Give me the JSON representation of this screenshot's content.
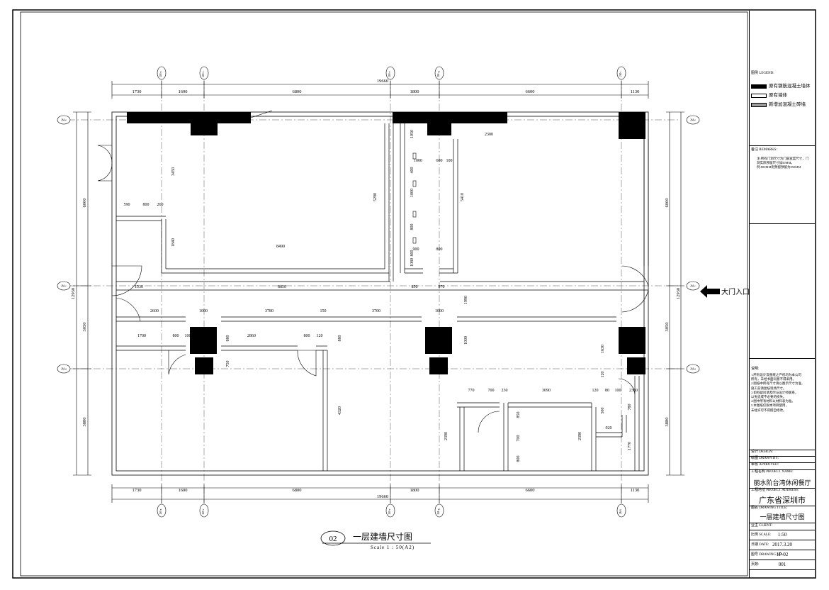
{
  "drawing": {
    "number": "02",
    "title": "一层建墙尺寸图",
    "scale_label": "Scale 1 : 50(A2)",
    "entrance_label": "大门入口"
  },
  "axes": {
    "top": [
      "2M-a",
      "2M-c",
      "2M-e",
      "2M-g",
      "2M-i"
    ],
    "left": [
      "2M-e",
      "2M-c",
      "2M-a"
    ],
    "right": [
      "2M-e",
      "2M-c",
      "2M-a"
    ]
  },
  "dimensions": {
    "top_segments": [
      "1730",
      "1600",
      "6800",
      "1800",
      "6600",
      "1130"
    ],
    "top_total": "19660",
    "bottom_segments": [
      "1730",
      "1600",
      "6800",
      "1800",
      "6600",
      "1130"
    ],
    "bottom_total": "19660",
    "left_segments": [
      "6000",
      "3050",
      "3880"
    ],
    "left_total": "12930",
    "right_segments": [
      "6000",
      "3050",
      "3880"
    ],
    "right_total": "12930",
    "interior": [
      "2300",
      "3450",
      "5290",
      "5410",
      "590",
      "800",
      "260",
      "1840",
      "8490",
      "1050",
      "1000",
      "600",
      "100",
      "400",
      "1000",
      "800",
      "800",
      "1080",
      "900",
      "800",
      "1530",
      "8850",
      "850",
      "970",
      "1990",
      "2600",
      "1000",
      "3780",
      "150",
      "3700",
      "1000",
      "1700",
      "800",
      "100",
      "2860",
      "800",
      "120",
      "880",
      "880",
      "750",
      "1000",
      "1630",
      "4320",
      "770",
      "700",
      "230",
      "3090",
      "120",
      "80",
      "100",
      "2380",
      "120",
      "850",
      "700",
      "800",
      "2390",
      "2390",
      "500",
      "920",
      "780",
      "1770"
    ]
  },
  "title_block": {
    "legend_heading": "图例 LEGEND:",
    "legend": [
      {
        "label": "原有钢筋混凝土墙体",
        "fill": "#000000"
      },
      {
        "label": "原有墙体",
        "fill": "#ffffff"
      },
      {
        "label": "新增加混凝土砖墙",
        "fill": "#9a9a9a"
      }
    ],
    "remarks_heading": "备注 REMARKS:",
    "remarks": [
      "注:所有门洞尺寸为门扇宽度尺寸，门",
      "洞实际预留尺寸加50MM。",
      "例:800MM则预留预留为850MM"
    ],
    "notes_heading": "说明:",
    "notes": [
      "1.所有设计及图纸之产权均为本公司",
      "所有，未经书面同意不得采用。",
      "2.图纸中所有尺寸请以图示尺寸为准，",
      "施工前请复核现场尺寸。",
      "3.如有疑问请及时与设计师联系，",
      "以免造成不必要的损失。",
      "4.图中所有材料以材料表为准。",
      "5.本图纸仅限本项目使用，",
      "未经许可不得擅自修改。"
    ],
    "design_label": "设计 DESIGN:",
    "drawn_label": "绘图 DRAWN BY:",
    "checked_label": "审核 APPROVED:",
    "project_name_label": "工程名称 PROJECT NAME:",
    "project_name": "丽水阶台湾休闲餐厅",
    "project_address_label": "工程地址 PROJECT ADDRESS:",
    "project_address": "广东省深圳市",
    "drawing_title_label": "图名 DRAWING TITLE:",
    "drawing_title": "一层建墙尺寸图",
    "client_label": "业主 CLIENT:",
    "scale_label": "比例 SCALE:",
    "scale": "1:50",
    "date_label": "日期 DATE:",
    "date": "2017.3.20",
    "drawing_no_label": "图号 DRAWING NO.:",
    "drawing_no": "1P-02",
    "page_label": "页数:",
    "page": "001"
  }
}
